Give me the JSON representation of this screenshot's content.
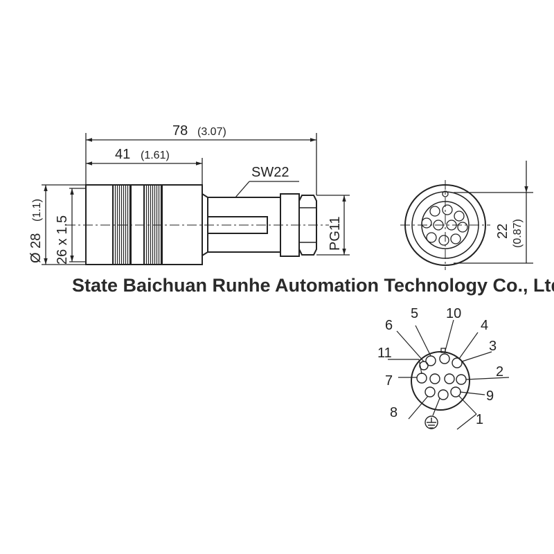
{
  "side_view": {
    "overall_length": "78",
    "overall_length_in": "(3.07)",
    "body_length": "41",
    "body_length_in": "(1.61)",
    "wrench_size": "SW22",
    "thread_label": "PG11",
    "diameter": "Ø 28",
    "diameter_in": "(1.1)",
    "thread_size": "26 x 1.5"
  },
  "front_view": {
    "height": "22",
    "height_in": "(0.87)"
  },
  "pinout": {
    "pins": [
      "1",
      "2",
      "3",
      "4",
      "5",
      "6",
      "7",
      "8",
      "9",
      "10",
      "11"
    ],
    "ground_symbol": "ground-icon"
  },
  "watermark": "State Baichuan Runhe Automation Technology Co., Ltd.",
  "colors": {
    "line": "#222222",
    "background": "#ffffff"
  }
}
